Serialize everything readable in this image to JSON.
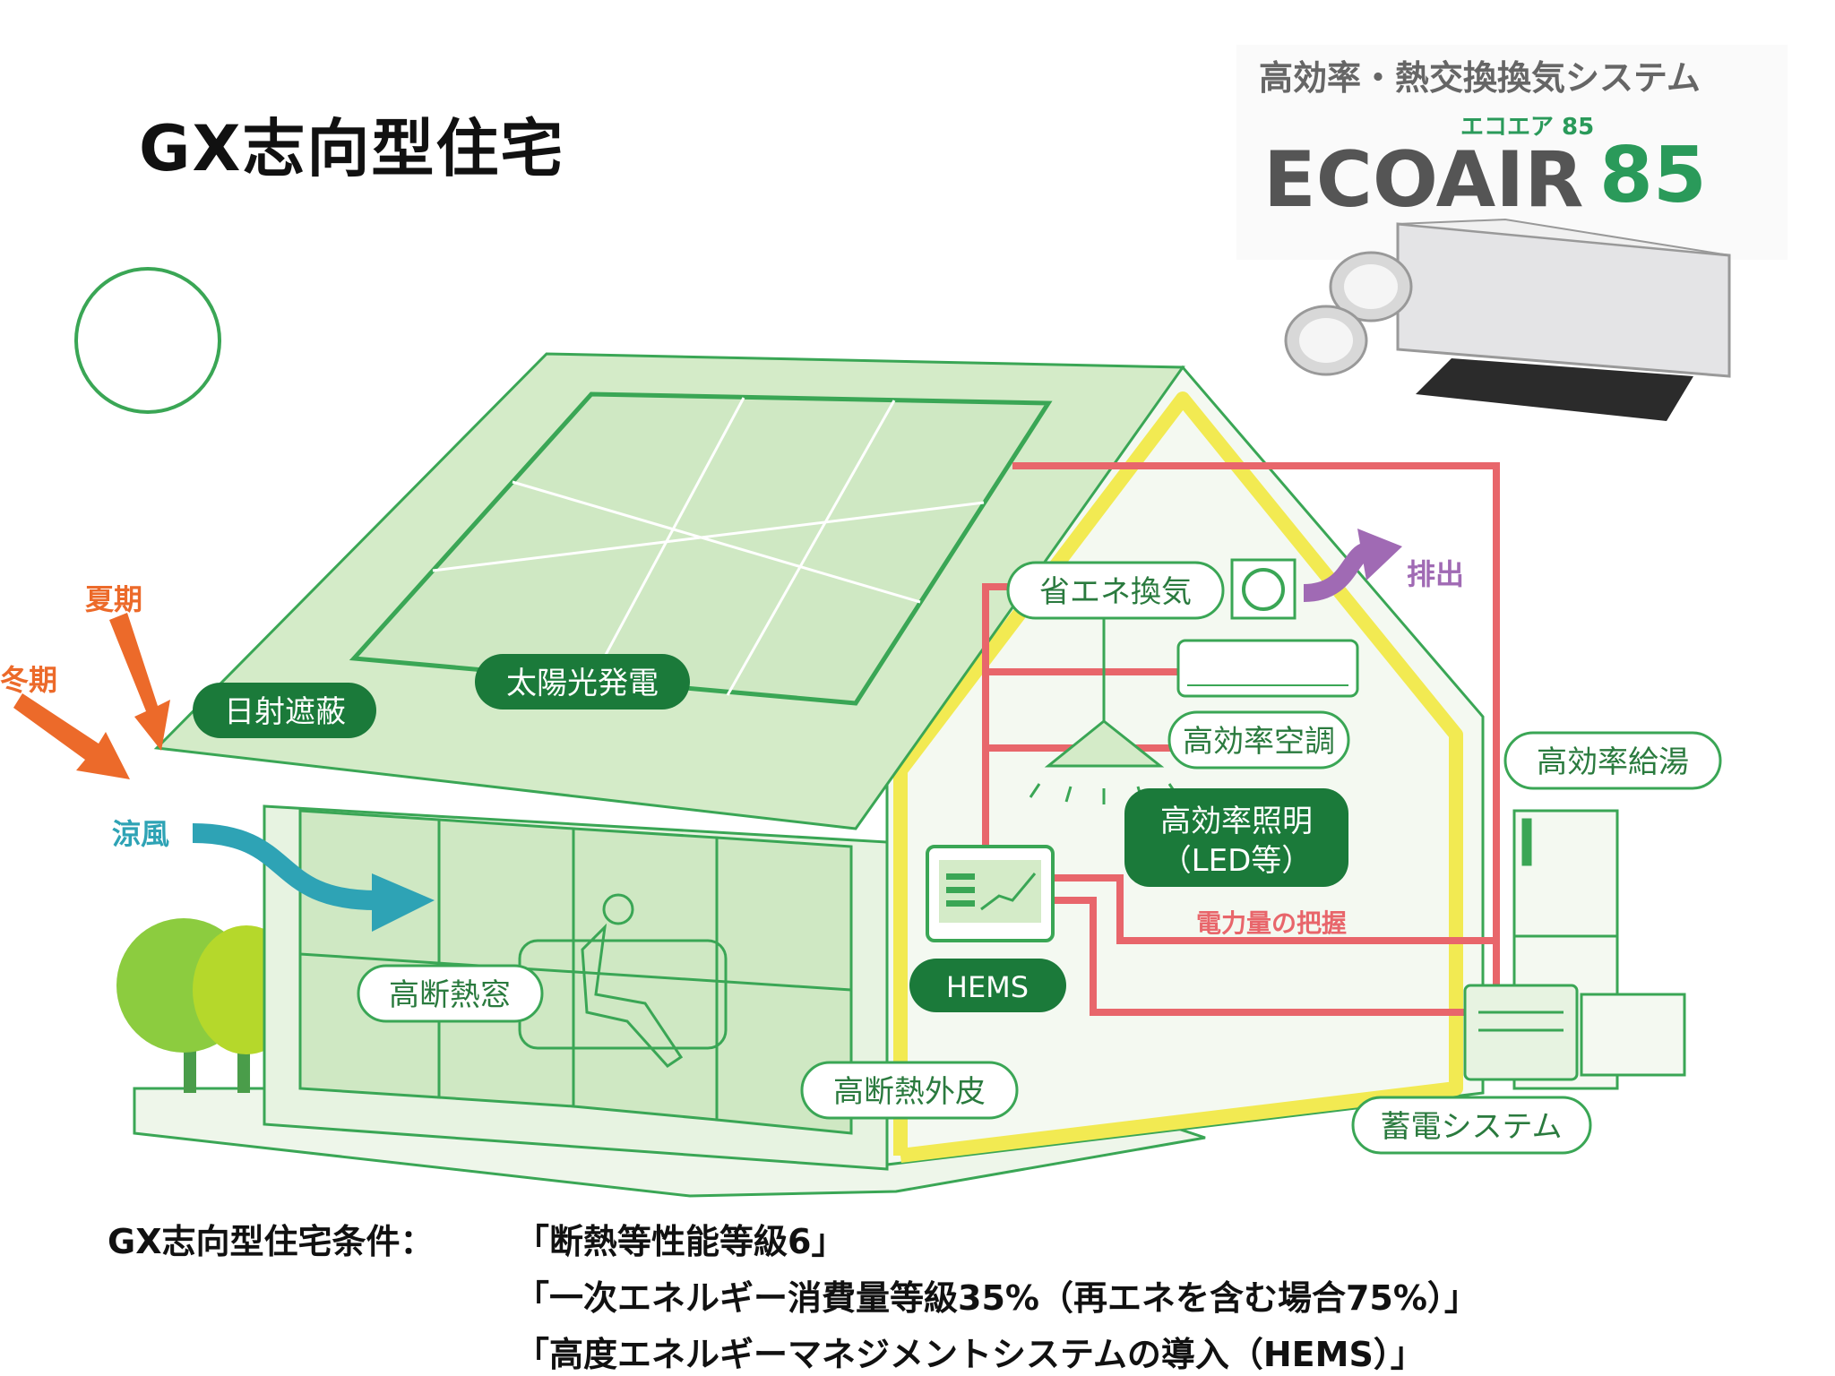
{
  "page_title": "GX志向型住宅",
  "product": {
    "system_name": "高効率・熱交換換気システム",
    "logo_kana": "エコエア 85",
    "logo_text": "ECOAIR",
    "logo_number": "85"
  },
  "labels": {
    "summer": "夏期",
    "winter": "冬期",
    "cool_breeze": "涼風",
    "solar_shading": "日射遮蔽",
    "solar_power": "太陽光発電",
    "energy_saving_ventilation": "省エネ換気",
    "exhaust": "排出",
    "efficient_ac": "高効率空調",
    "efficient_lighting_line1": "高効率照明",
    "efficient_lighting_line2": "（LED等）",
    "efficient_water_heater": "高効率給湯",
    "power_monitoring": "電力量の把握",
    "hems": "HEMS",
    "insulated_window": "高断熱窓",
    "insulated_envelope": "高断熱外皮",
    "storage_system": "蓄電システム"
  },
  "conditions": {
    "heading": "GX志向型住宅条件：",
    "line1": "「断熱等性能等級6」",
    "line2": "「一次エネルギー消費量等級35%（再エネを含む場合75%）」",
    "line3": "「高度エネルギーマネジメントシステムの導入（HEMS）」"
  },
  "colors": {
    "green_dark": "#1b7a3a",
    "green_fill": "#cfe8c3",
    "green_line": "#3aa655",
    "power_line": "#e8666b",
    "envelope": "#f2ea52",
    "arrow_orange": "#ec6a2a",
    "arrow_teal": "#2ea3b5",
    "arrow_purple": "#a06ab4"
  }
}
